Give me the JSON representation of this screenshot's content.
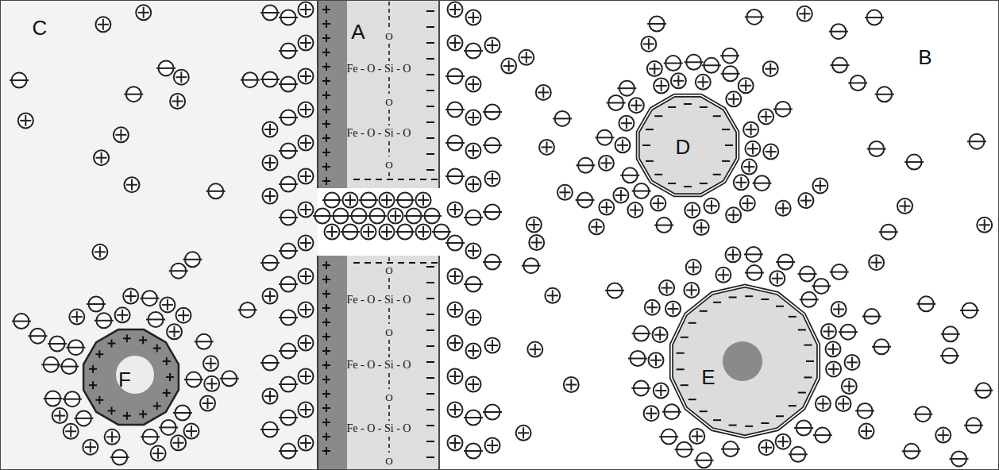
{
  "diagram": {
    "nodes": [
      {
        "text": [
          "A",
          "O",
          "Fe - O - Si - O",
          "O",
          "Fe - O - Si - O",
          "O"
        ]
      },
      {
        "text": [
          "O",
          "Fe - O - Si - O",
          "O",
          "Fe - O - Si - O",
          "O",
          "Fe - O - Si - O",
          "O"
        ]
      },
      {
        "text": [
          "D"
        ]
      },
      {
        "text": [
          "E"
        ]
      },
      {
        "text": [
          "F"
        ]
      }
    ],
    "labels": [
      "B",
      "C"
    ]
  }
}
